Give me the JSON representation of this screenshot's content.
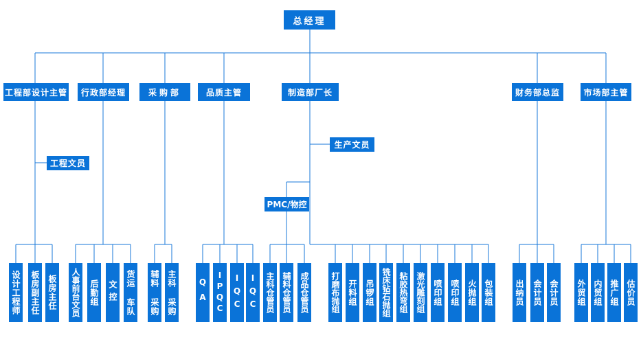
{
  "org": {
    "root": {
      "label": "总经理",
      "children": [
        {
          "label": "工程部设计主管",
          "assistant": "工程文员",
          "children": [
            "设计工程师",
            "板房副主任",
            "板房主任"
          ]
        },
        {
          "label": "行政部经理",
          "children": [
            "人事前台文员",
            "后勤组",
            "文控",
            "货运 车队"
          ]
        },
        {
          "label": "采购部",
          "children": [
            "辅料 采购",
            "主科 采购"
          ]
        },
        {
          "label": "品质主管",
          "children": [
            "QA",
            "IPQC",
            "IQC",
            "IQC"
          ]
        },
        {
          "label": "制造部厂长",
          "assistant": "生产文员",
          "sub_unit": {
            "label": "PMC/物控",
            "children": [
              "主科仓管员",
              "辅料仓管员",
              "成品仓管员"
            ]
          },
          "children": [
            "打磨布抛组",
            "开料组",
            "吊锣组",
            "铣床钻石抛组",
            "粘胶热弯组",
            "激光雕刻组",
            "喷印组",
            "喷印组",
            "火抛组",
            "包装组"
          ]
        },
        {
          "label": "财务部总监",
          "children": [
            "出纳员",
            "会计员",
            "会计员"
          ]
        },
        {
          "label": "市场部主管",
          "children": [
            "外贸组",
            "内贸组",
            "推广组",
            "估价员"
          ]
        }
      ]
    },
    "colors": {
      "box_fill": "#0a73d8",
      "connector_line": "#1777d8",
      "text": "#ffffff",
      "background": "#ffffff"
    }
  }
}
